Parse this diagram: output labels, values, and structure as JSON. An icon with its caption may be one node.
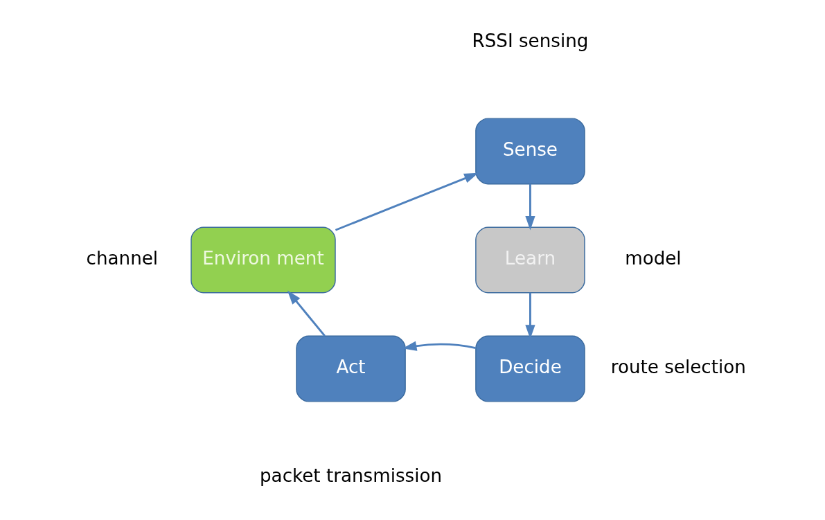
{
  "diagram": {
    "nodes": [
      {
        "text": [
          "Sense"
        ],
        "beside": [
          "RSSI sensing"
        ]
      },
      {
        "text": [
          "Learn"
        ],
        "beside": [
          "model"
        ]
      },
      {
        "text": [
          "Decide"
        ],
        "beside": [
          "route selection"
        ]
      },
      {
        "text": [
          "Act"
        ],
        "beside": [
          "packet transmission"
        ]
      },
      {
        "text": [
          "Environ ment"
        ],
        "beside": [
          "channel"
        ]
      }
    ],
    "edges": [
      {
        "from": 0,
        "to": 1,
        "arrow": "to"
      },
      {
        "from": 1,
        "to": 2,
        "arrow": "to"
      },
      {
        "from": 2,
        "to": 3,
        "arrow": "to"
      },
      {
        "from": 3,
        "to": 4,
        "arrow": "to"
      },
      {
        "from": 4,
        "to": 0,
        "arrow": "to"
      }
    ]
  }
}
